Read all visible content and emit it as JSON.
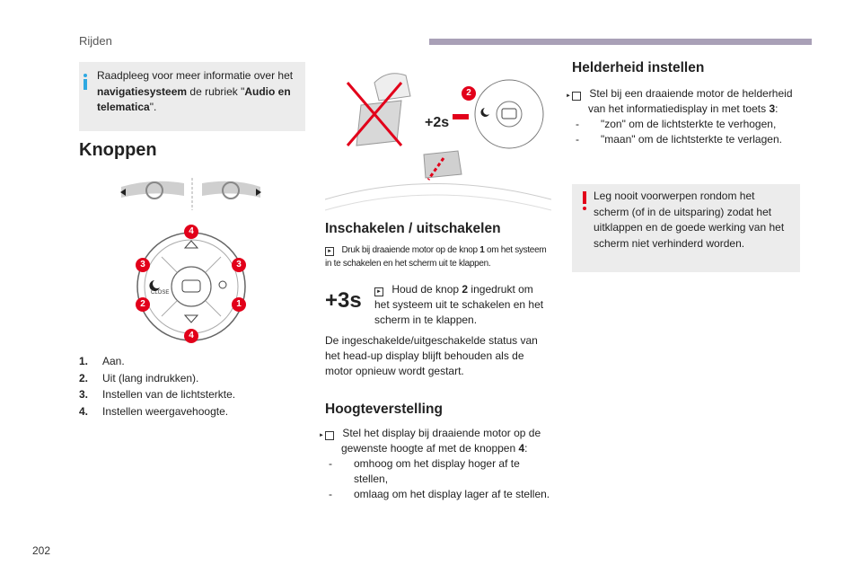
{
  "header": {
    "section_label": "Rijden"
  },
  "page_number": "202",
  "info_box": {
    "line1": "Raadpleeg voor meer informatie over het",
    "bold1": "navigatiesysteem",
    "mid": " de rubriek \"",
    "bold2": "Audio en telematica",
    "end": "\"."
  },
  "knoppen": {
    "title": "Knoppen",
    "items": [
      {
        "num": "1.",
        "text": "Aan."
      },
      {
        "num": "2.",
        "text": "Uit (lang indrukken)."
      },
      {
        "num": "3.",
        "text": "Instellen van de lichtsterkte."
      },
      {
        "num": "4.",
        "text": "Instellen weergavehoogte."
      }
    ]
  },
  "knob_labels": {
    "one": "1",
    "two": "2",
    "three": "3",
    "four": "4",
    "close": "CLOSE"
  },
  "hold_labels": {
    "two_s": "+2s",
    "three_s": "+3s",
    "badge2": "2"
  },
  "inschakelen": {
    "title": "Inschakelen / uitschakelen",
    "bullet1_a": "Druk bij draaiende motor op de knop ",
    "bullet1_num": "1",
    "bullet1_b": " om het systeem in te schakelen en het scherm uit te klappen.",
    "bullet2_a": "Houd de knop ",
    "bullet2_num": "2",
    "bullet2_b": " ingedrukt om het systeem uit te schakelen en het scherm in te klappen.",
    "para": "De ingeschakelde/uitgeschakelde status van het head-up display blijft behouden als de motor opnieuw wordt gestart."
  },
  "hoogte": {
    "title": "Hoogteverstelling",
    "bullet_a": "Stel het display bij draaiende motor op de gewenste hoogte af met de knoppen ",
    "bullet_num": "4",
    "bullet_b": ":",
    "sub1": "omhoog om het display hoger af te stellen,",
    "sub2": "omlaag om het display lager af te stellen."
  },
  "helderheid": {
    "title": "Helderheid instellen",
    "bullet_a": "Stel bij een draaiende motor de helderheid van het informatiedisplay in met toets ",
    "bullet_num": "3",
    "bullet_b": ":",
    "sub1": "\"zon\" om de lichtsterkte te verhogen,",
    "sub2": "\"maan\" om de lichtsterkte te verlagen."
  },
  "warning": {
    "text": "Leg nooit voorwerpen rondom het scherm (of in de uitsparing) zodat het uitklappen en de goede werking van het scherm niet verhinderd worden."
  },
  "dash": "-",
  "colors": {
    "accent_bar": "#a9a0b7",
    "info_icon": "#2ea8e1",
    "warning_icon": "#e2001a",
    "badge_red": "#e2001a"
  }
}
